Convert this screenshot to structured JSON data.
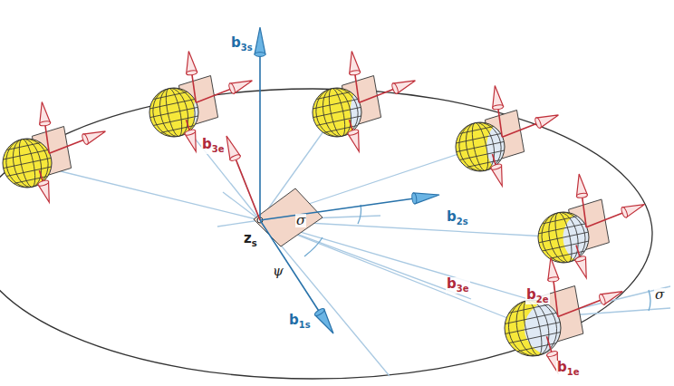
{
  "diagram": {
    "labels": [
      "b3s",
      "b3e",
      "b2s",
      "σ",
      "zs",
      "ψ",
      "b1s",
      "b3e",
      "b2e",
      "σ",
      "b1e"
    ]
  }
}
